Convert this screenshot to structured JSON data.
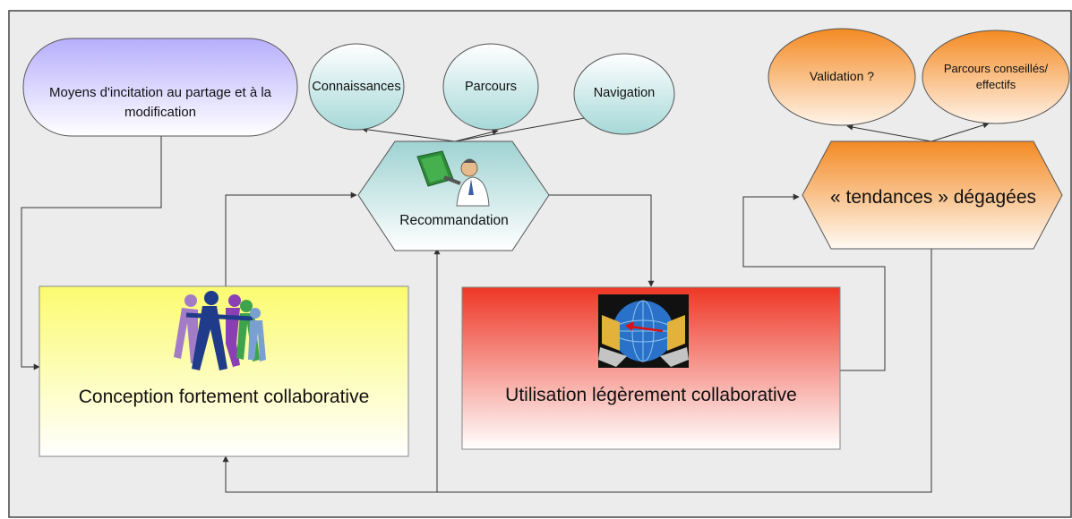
{
  "diagram": {
    "incentive_box": {
      "label": "Moyens d'incitation au partage et à la modification"
    },
    "knowledge_node": {
      "label": "Connaissances"
    },
    "paths_node": {
      "label": "Parcours"
    },
    "navigation_node": {
      "label": "Navigation"
    },
    "validation_node": {
      "label": "Validation ?"
    },
    "advised_paths_node": {
      "label": "Parcours conseillés/ effectifs"
    },
    "recommendation_node": {
      "label": "Recommandation",
      "icon": "presenter-icon"
    },
    "trends_node": {
      "label": "« tendances » dégagées"
    },
    "collaborative_design_box": {
      "label": "Conception fortement collaborative",
      "icon": "group-huddle-icon"
    },
    "collaborative_use_box": {
      "label": "Utilisation légèrement collaborative",
      "icon": "networked-computers-icon"
    }
  },
  "colors": {
    "background": "#ececec",
    "lavender": "#c9c3ff",
    "teal": "#a6d8d8",
    "orange": "#f39a3c",
    "yellow": "#fafa7a",
    "red": "#ef3a2a"
  }
}
